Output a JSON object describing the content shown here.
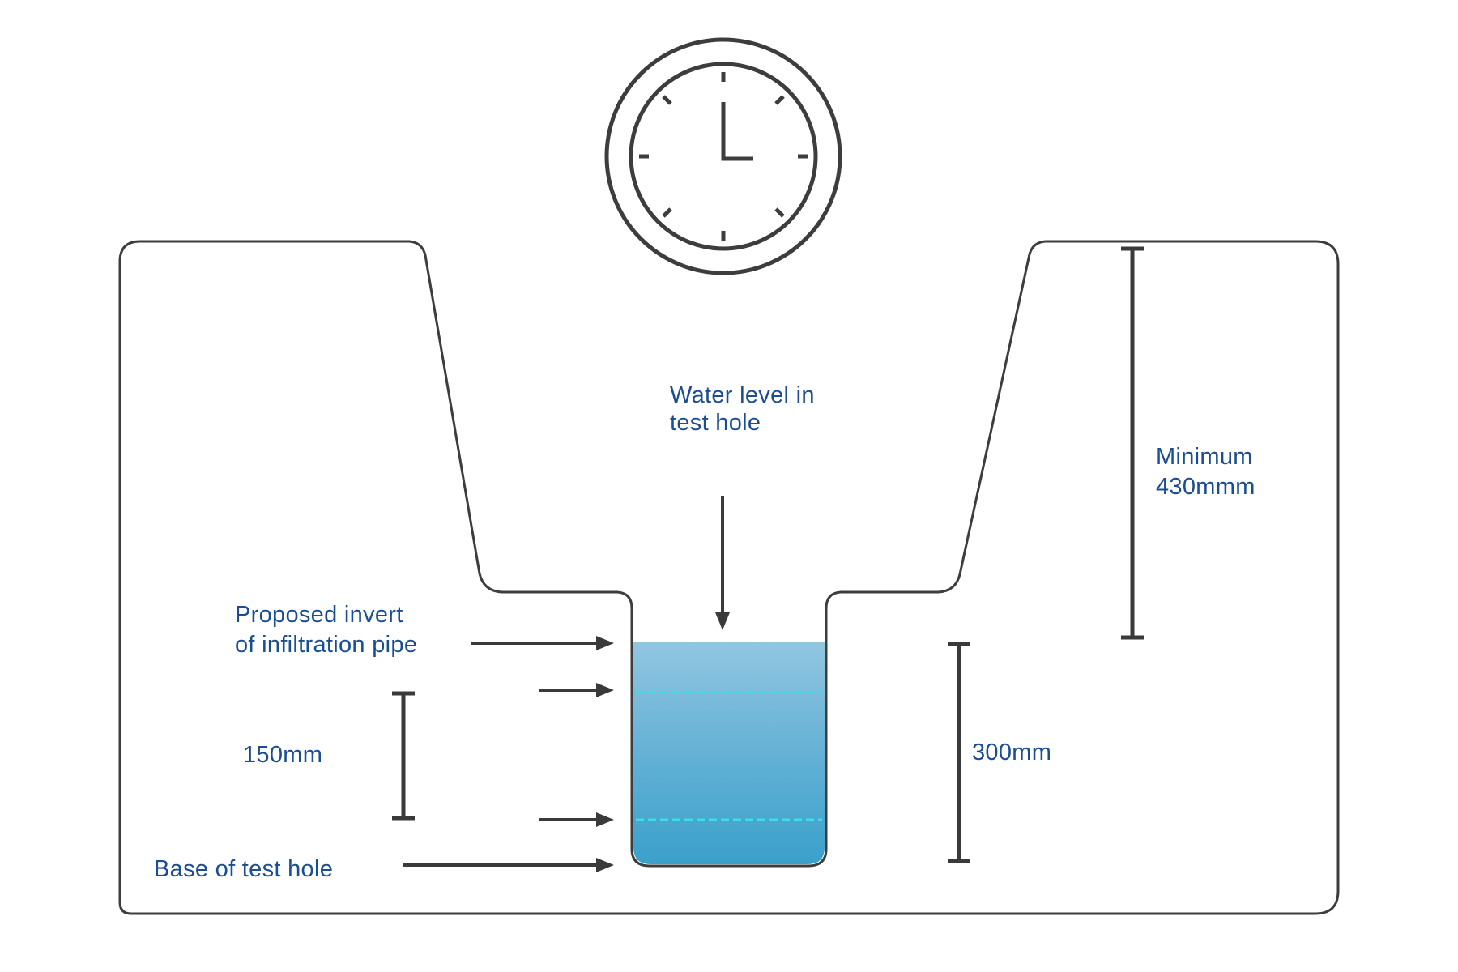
{
  "labels": {
    "water_level": {
      "line1": "Water level in",
      "line2": "test hole"
    },
    "proposed_invert": {
      "line1": "Proposed invert",
      "line2": "of infiltration pipe"
    },
    "dim_150": "150mm",
    "base_of_test_hole": "Base of test hole",
    "dim_300": "300mm",
    "minimum": {
      "line1": "Minimum",
      "line2": "430mmm"
    }
  },
  "clock": {
    "time_shown": "3:00"
  },
  "colors": {
    "background": "#ffffff",
    "label_text": "#1a4d92",
    "outline": "#3d3d3d",
    "line": "#3a3a3a",
    "water_top": "#92c6e1",
    "water_mid": "#64b1d5",
    "water_bottom": "#3aa0cb",
    "dash": "#3fdde6"
  }
}
